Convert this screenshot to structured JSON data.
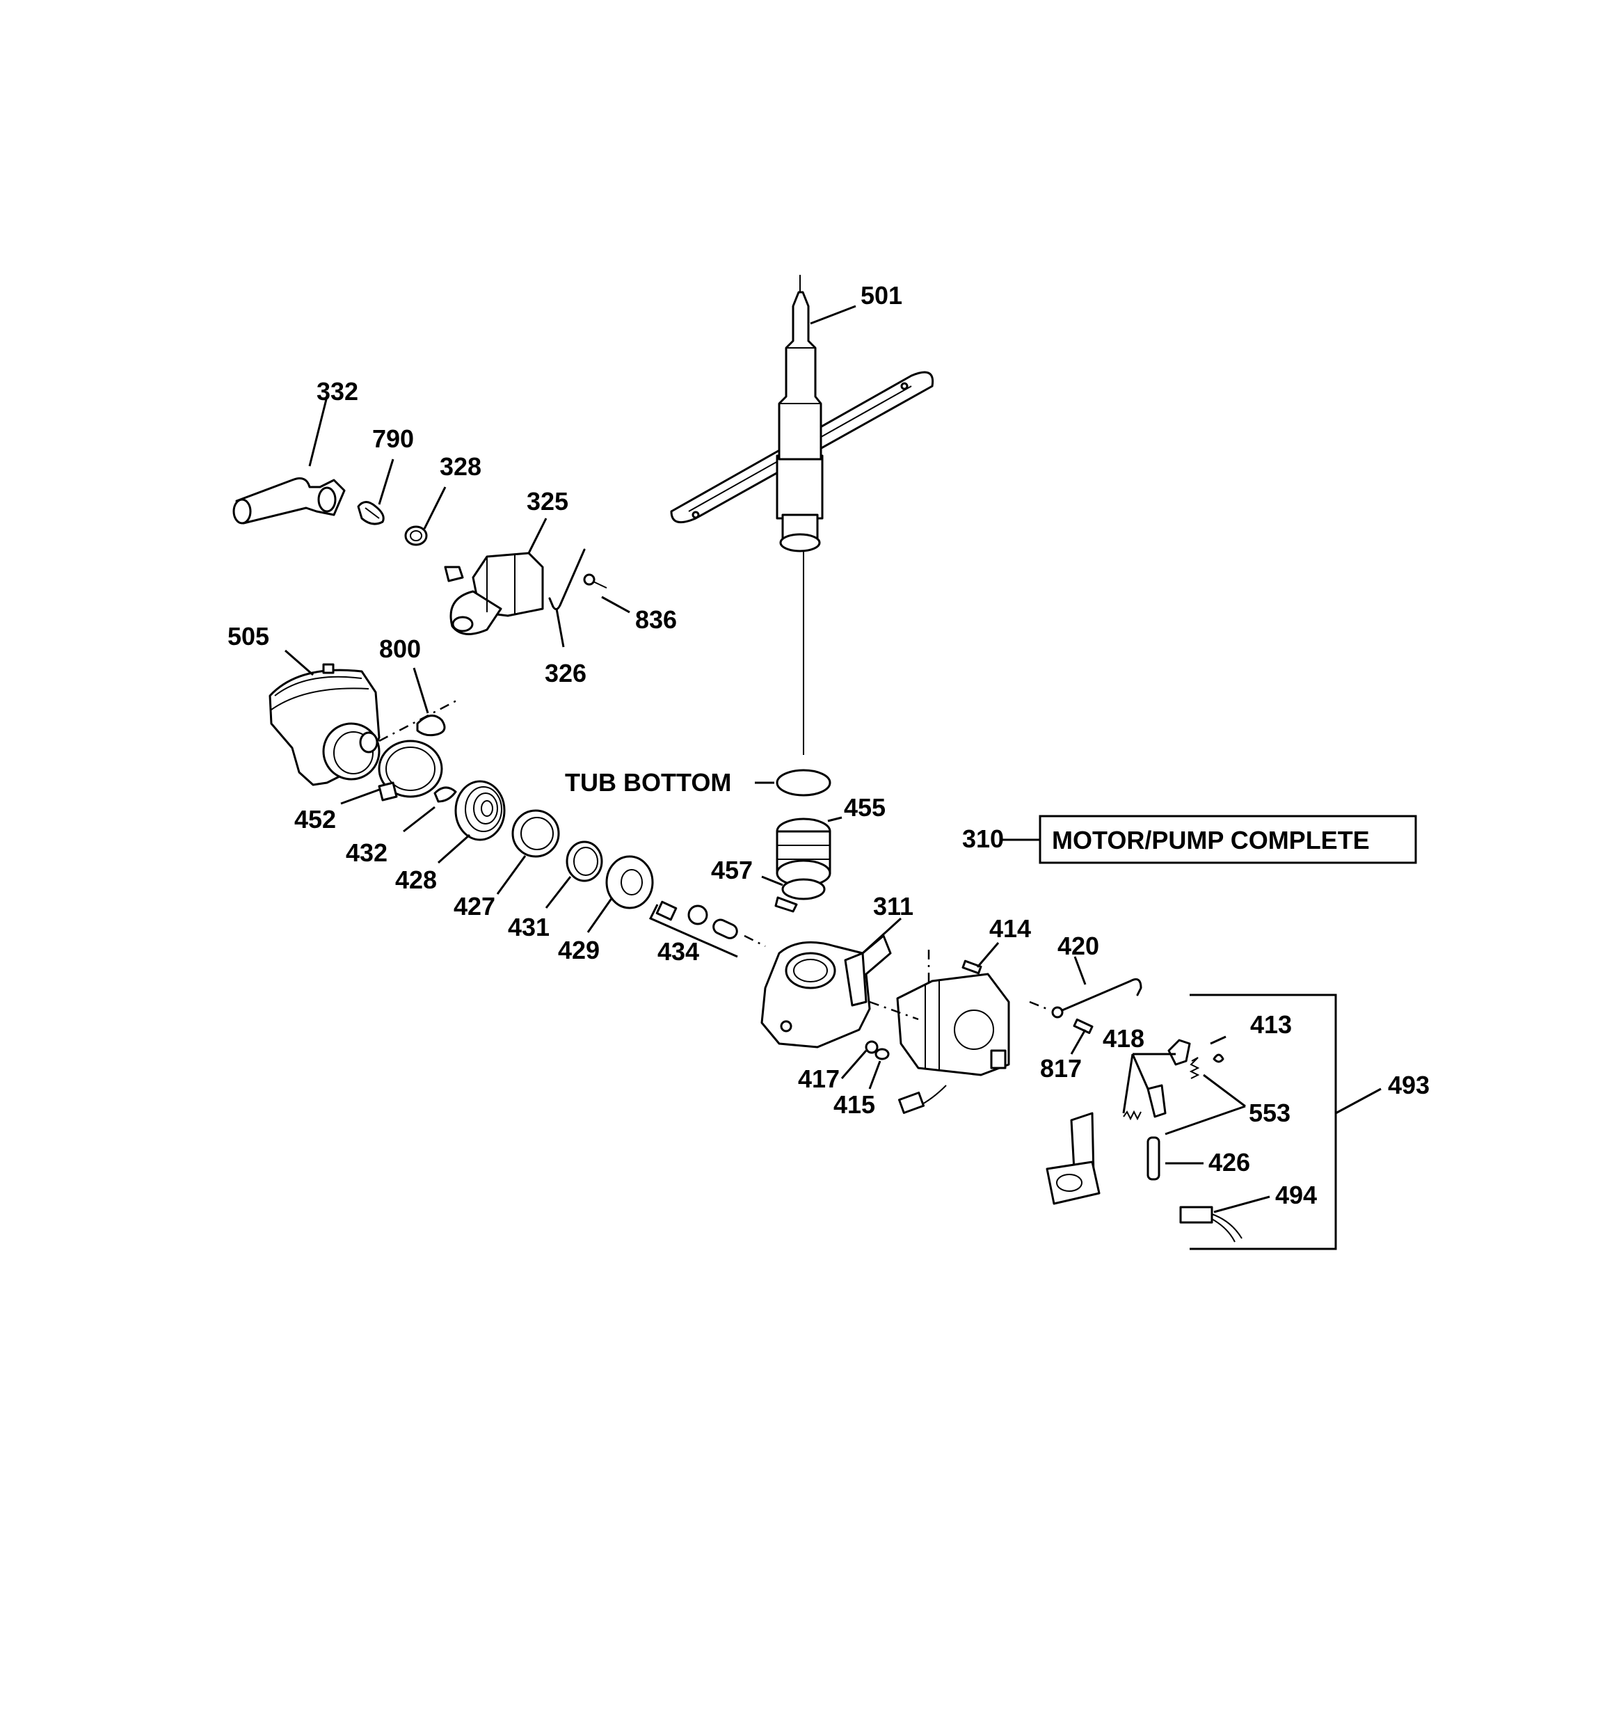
{
  "labels": {
    "p501": "501",
    "p332": "332",
    "p790": "790",
    "p328": "328",
    "p325": "325",
    "p836": "836",
    "p326": "326",
    "p505": "505",
    "p800": "800",
    "tub_bottom": "TUB BOTTOM",
    "p455": "455",
    "p310": "310",
    "motor_pump_complete": "MOTOR/PUMP COMPLETE",
    "p452": "452",
    "p432": "432",
    "p428": "428",
    "p427": "427",
    "p431": "431",
    "p429": "429",
    "p434": "434",
    "p457": "457",
    "p311": "311",
    "p414": "414",
    "p420": "420",
    "p413": "413",
    "p418": "418",
    "p817": "817",
    "p417": "417",
    "p415": "415",
    "p553": "553",
    "p493": "493",
    "p426": "426",
    "p494": "494"
  }
}
